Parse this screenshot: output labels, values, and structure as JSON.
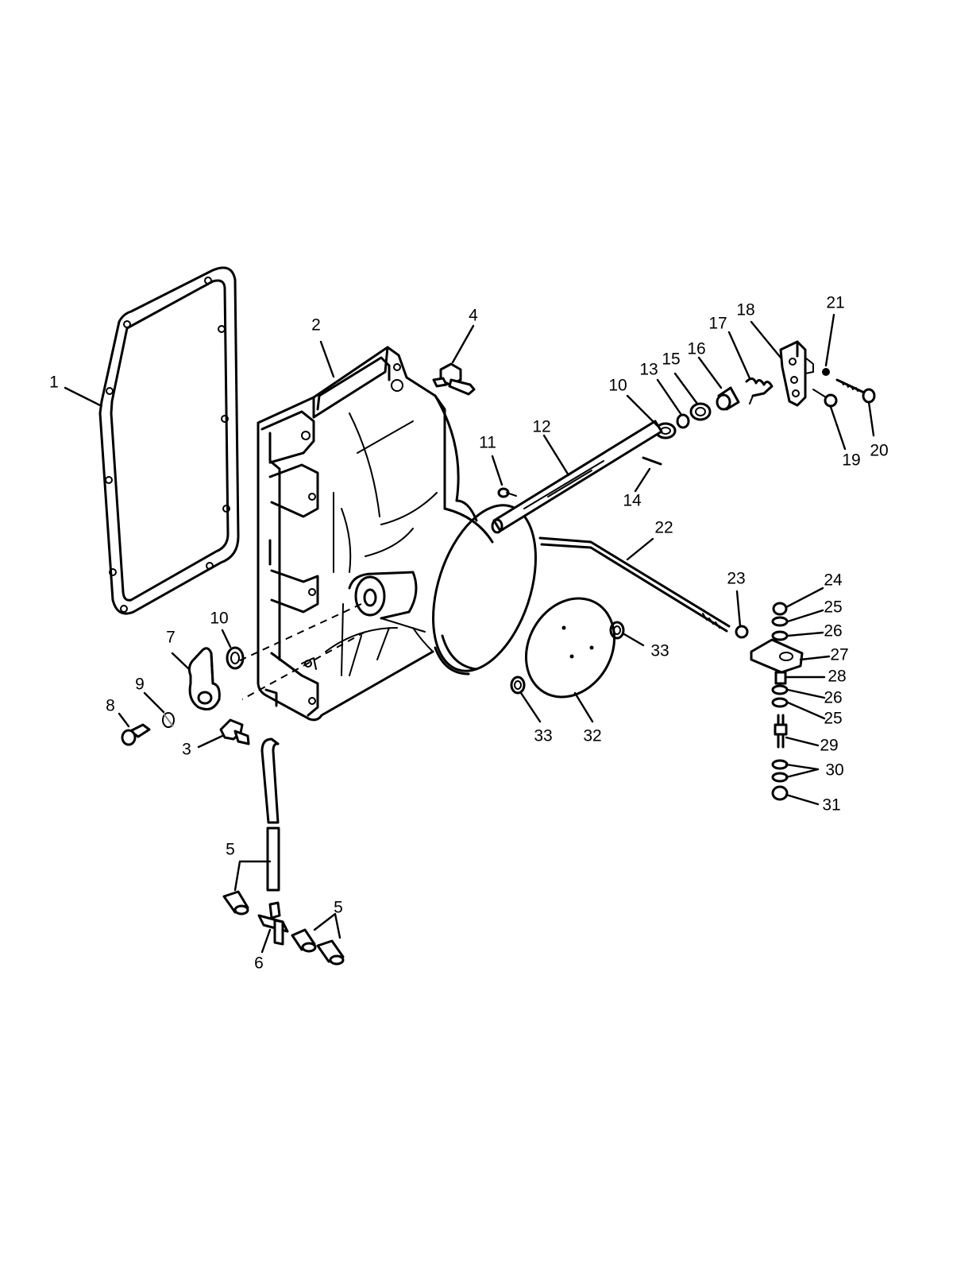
{
  "callouts": [
    {
      "id": "c1",
      "text": "1"
    },
    {
      "id": "c2",
      "text": "2"
    },
    {
      "id": "c3",
      "text": "3"
    },
    {
      "id": "c4",
      "text": "4"
    },
    {
      "id": "c5a",
      "text": "5"
    },
    {
      "id": "c5b",
      "text": "5"
    },
    {
      "id": "c6",
      "text": "6"
    },
    {
      "id": "c7",
      "text": "7"
    },
    {
      "id": "c8",
      "text": "8"
    },
    {
      "id": "c9",
      "text": "9"
    },
    {
      "id": "c10a",
      "text": "10"
    },
    {
      "id": "c10b",
      "text": "10"
    },
    {
      "id": "c11",
      "text": "11"
    },
    {
      "id": "c12",
      "text": "12"
    },
    {
      "id": "c13",
      "text": "13"
    },
    {
      "id": "c14",
      "text": "14"
    },
    {
      "id": "c15",
      "text": "15"
    },
    {
      "id": "c16",
      "text": "16"
    },
    {
      "id": "c17",
      "text": "17"
    },
    {
      "id": "c18",
      "text": "18"
    },
    {
      "id": "c19",
      "text": "19"
    },
    {
      "id": "c20",
      "text": "20"
    },
    {
      "id": "c21",
      "text": "21"
    },
    {
      "id": "c22",
      "text": "22"
    },
    {
      "id": "c23",
      "text": "23"
    },
    {
      "id": "c24",
      "text": "24"
    },
    {
      "id": "c25a",
      "text": "25"
    },
    {
      "id": "c25b",
      "text": "25"
    },
    {
      "id": "c26a",
      "text": "26"
    },
    {
      "id": "c26b",
      "text": "26"
    },
    {
      "id": "c27",
      "text": "27"
    },
    {
      "id": "c28",
      "text": "28"
    },
    {
      "id": "c29",
      "text": "29"
    },
    {
      "id": "c30",
      "text": "30"
    },
    {
      "id": "c31",
      "text": "31"
    },
    {
      "id": "c32",
      "text": "32"
    },
    {
      "id": "c33a",
      "text": "33"
    },
    {
      "id": "c33b",
      "text": "33"
    }
  ]
}
